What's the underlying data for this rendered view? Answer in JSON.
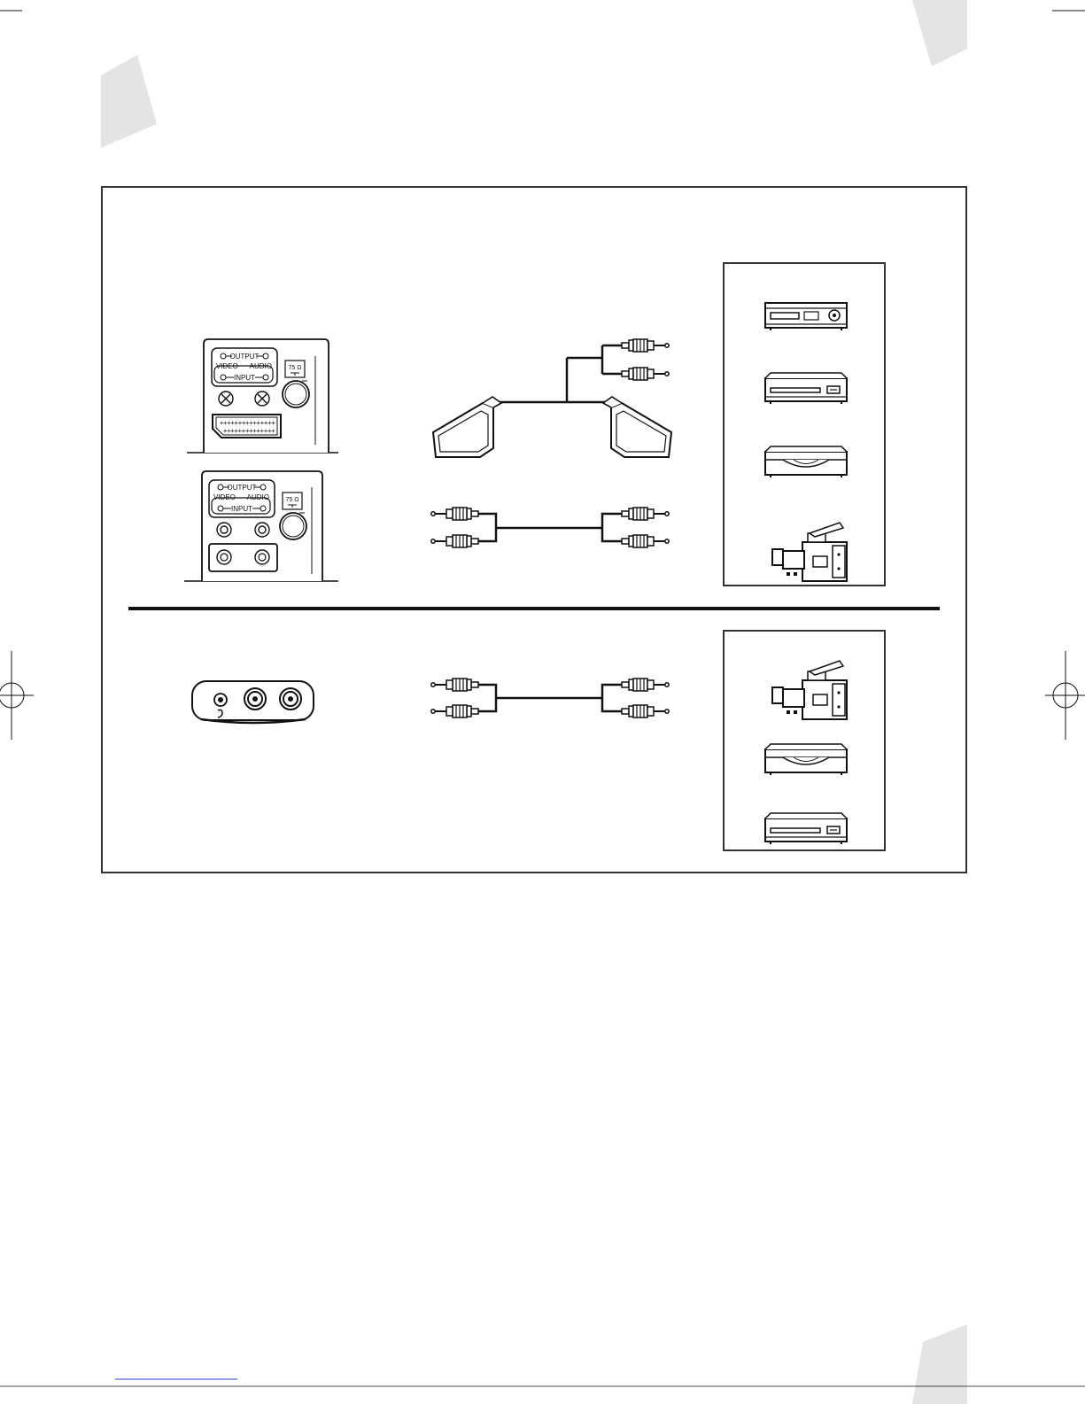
{
  "panel_labels": {
    "output": "OUTPUT",
    "video": "VIDEO",
    "audio": "AUDIO",
    "input": "INPUT",
    "antenna": "75 Ω"
  },
  "colors": {
    "ink": "#111111",
    "tab_gray": "#e4e4e4",
    "link_blue": "#2a3fd6"
  },
  "devices_top": [
    "vcr-icon",
    "dvd-player-icon",
    "disc-player-icon",
    "camcorder-icon"
  ],
  "devices_bottom": [
    "camcorder-icon",
    "disc-player-icon",
    "dvd-player-icon"
  ]
}
